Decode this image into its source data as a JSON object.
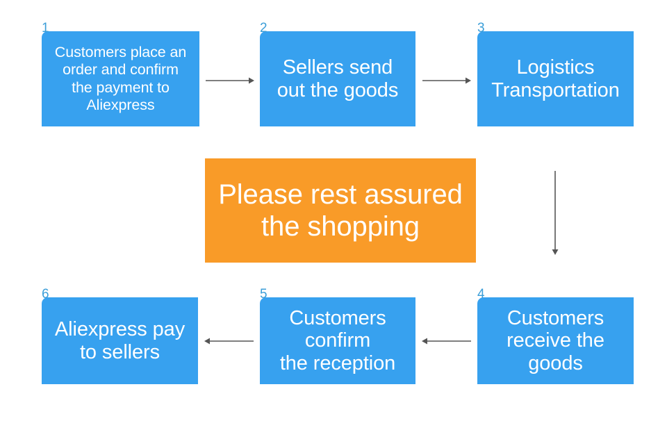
{
  "diagram": {
    "title": "Aliexpress order process flowchart",
    "colors": {
      "node_blue": "#37a1ef",
      "banner_orange": "#f99b28",
      "number_blue": "#3b9ed8",
      "arrow_gray": "#555555",
      "text_white": "#ffffff",
      "background": "#ffffff"
    },
    "nodes": [
      {
        "number": "1",
        "text": "Customers place an\norder and confirm\nthe payment to\nAliexpress",
        "color": "blue"
      },
      {
        "number": "2",
        "text": "Sellers send\nout the goods",
        "color": "blue"
      },
      {
        "number": "3",
        "text": "Logistics\nTransportation",
        "color": "blue"
      },
      {
        "number": "4",
        "text": "Customers\nreceive the\ngoods",
        "color": "blue"
      },
      {
        "number": "5",
        "text": "Customers\nconfirm\nthe reception",
        "color": "blue"
      },
      {
        "number": "6",
        "text": "Aliexpress pay\nto sellers",
        "color": "blue"
      }
    ],
    "banner": {
      "text": "Please rest assured\nthe shopping",
      "color": "orange"
    },
    "arrows": [
      {
        "from": "1",
        "to": "2",
        "direction": "right"
      },
      {
        "from": "2",
        "to": "3",
        "direction": "right"
      },
      {
        "from": "3",
        "to": "4",
        "direction": "down"
      },
      {
        "from": "4",
        "to": "5",
        "direction": "left"
      },
      {
        "from": "5",
        "to": "6",
        "direction": "left"
      }
    ]
  }
}
